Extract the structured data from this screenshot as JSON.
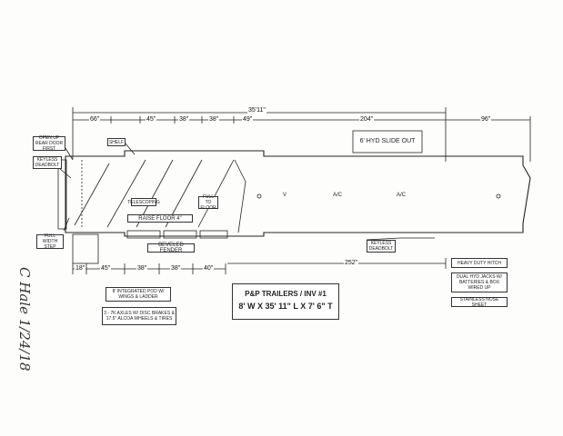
{
  "dimensions": {
    "overall_length": "35'11\"",
    "top_segments": [
      "66\"",
      "45\"",
      "38\"",
      "38\"",
      "49\"",
      "204\""
    ],
    "nose": "96\"",
    "bottom_segments": [
      "18\"",
      "45\"",
      "38\"",
      "38\"",
      "40\""
    ],
    "bottom_long": "252\""
  },
  "callouts": {
    "rear_door": "OPEN UP REAR DOOR FIRST",
    "keyless_deadbolt": "KEYLESS DEADBOLT",
    "full_width_step": "FULL WIDTH STEP",
    "shelf": "SHELF",
    "telescoping": "TELESCOPING",
    "full_to_floor": "FULL TO FLOOR",
    "raise_floor": "RAISE FLOOR 4\"",
    "beveled_fender": "BEVELED FENDER",
    "slide_out": "6' HYD SLIDE OUT",
    "keyless_deadbolt_side": "KEYLESS DEADBOLT",
    "heavy_duty_hitch": "HEAVY DUTY HITCH",
    "jacks": "DUAL HYD JACKS W/ BATTERIES & BOX WIRED UP",
    "nose_sheet": "STAINLESS NOSE SHEET",
    "pod": "8' INTEGRATED POD W/ WINGS & LADDER",
    "axles": "3 - 7K AXLES W/ DISC BRAKES & 17.5\" ALCOA WHEELS & TIRES"
  },
  "markers": {
    "v": "V",
    "ac1": "A/C",
    "ac2": "A/C"
  },
  "title_block": {
    "line1": "P&P TRAILERS / INV #1",
    "line2": "8' W X 35' 11\" L X 7' 6\" T"
  },
  "handwritten_date": "C Hale 1/24/18"
}
